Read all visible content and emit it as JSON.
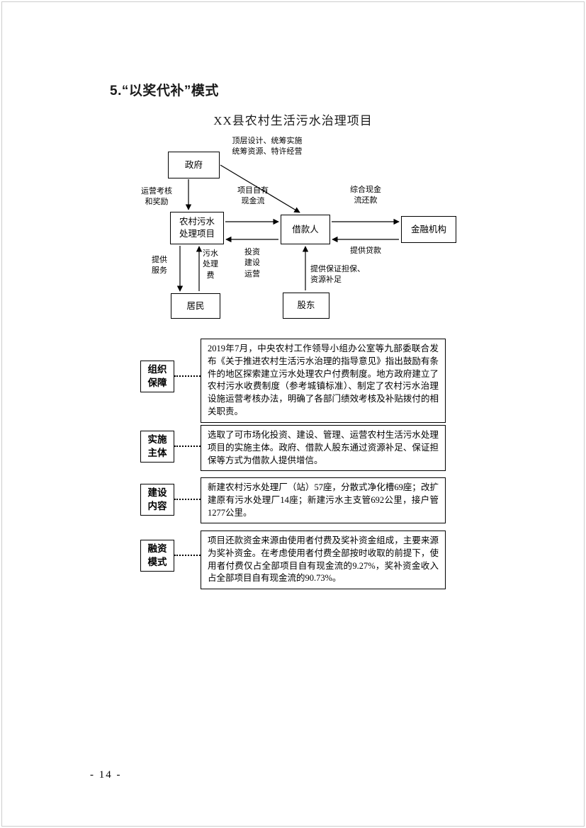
{
  "page": {
    "heading": "5.“以奖代补”模式",
    "page_number": "- 14 -"
  },
  "diagram": {
    "title": "XX县农村生活污水治理项目",
    "boxes": {
      "government": "政府",
      "project": "农村污水\n处理项目",
      "borrower": "借款人",
      "financial_institution": "金融机构",
      "residents": "居民",
      "shareholders": "股东"
    },
    "arrow_labels": {
      "top_design": "顶层设计、统筹实施\n统筹资源、特许经营",
      "operation_assessment": "运营考核\n和奖励",
      "project_cashflow": "项目自有\n现金流",
      "comprehensive_repayment": "综合现金\n流还款",
      "provide_loan": "提供贷款",
      "invest_build_operate": "投资\n建设\n运营",
      "provide_service": "提供\n服务",
      "sewage_fee": "污水\n处理\n费",
      "guarantee": "提供保证担保、\n资源补足"
    }
  },
  "sections": [
    {
      "title": "组织\n保障",
      "body": "2019年7月，中央农村工作领导小组办公室等九部委联合发布《关于推进农村生活污水治理的指导意见》指出鼓励有条件的地区探索建立污水处理农户付费制度。地方政府建立了农村污水收费制度（参考城镇标准）、制定了农村污水治理设施运营考核办法，明确了各部门绩效考核及补贴拨付的相关职责。"
    },
    {
      "title": "实施\n主体",
      "body": "选取了可市场化投资、建设、管理、运营农村生活污水处理项目的实施主体。政府、借款人股东通过资源补足、保证担保等方式为借款人提供增信。"
    },
    {
      "title": "建设\n内容",
      "body": "新建农村污水处理厂（站）57座，分散式净化槽69座；改扩建原有污水处理厂14座；新建污水主支管692公里，接户管1277公里。"
    },
    {
      "title": "融资\n模式",
      "body": "项目还款资金来源由使用者付费及奖补资金组成，主要来源为奖补资金。在考虑使用者付费全部按时收取的前提下，使用者付费仅占全部项目自有现金流的9.27%，奖补资金收入占全部项目自有现金流的90.73%。"
    }
  ]
}
